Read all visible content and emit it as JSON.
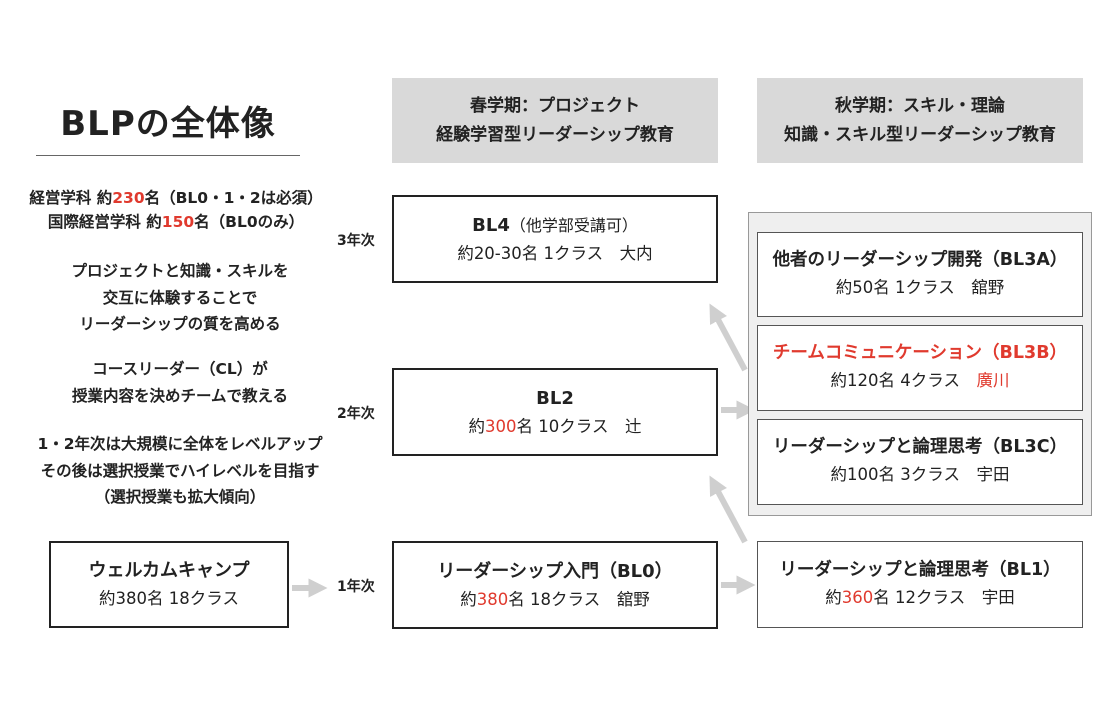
{
  "title": "BLPの全体像",
  "stats": {
    "line1_prefix": "経営学科 約",
    "line1_value": "230",
    "line1_suffix": "名（BL0・1・2は必須）",
    "line2_prefix": "国際経営学科 約",
    "line2_value": "150",
    "line2_suffix": "名（BL0のみ）"
  },
  "descriptions": [
    [
      "プロジェクトと知識・スキルを",
      "交互に体験することで",
      "リーダーシップの質を高める"
    ],
    [
      "コースリーダー（CL）が",
      "授業内容を決めチームで教える"
    ],
    [
      "1・2年次は大規模に全体をレベルアップ",
      "その後は選択授業でハイレベルを目指す",
      "（選択授業も拡大傾向）"
    ]
  ],
  "spring_header": [
    "春学期：プロジェクト",
    "経験学習型リーダーシップ教育"
  ],
  "autumn_header": [
    "秋学期：スキル・理論",
    "知識・スキル型リーダーシップ教育"
  ],
  "year_labels": {
    "y3": "3年次",
    "y2": "2年次",
    "y1": "1年次"
  },
  "welcome": {
    "name": "ウェルカムキャンプ",
    "info": "約380名 18クラス"
  },
  "bl4": {
    "name": "BL4",
    "note": "（他学部受講可）",
    "info": "約20-30名 1クラス　大内"
  },
  "bl2": {
    "name": "BL2",
    "info_prefix": "約",
    "info_value": "300",
    "info_suffix": "名 10クラス　辻"
  },
  "bl0": {
    "name": "リーダーシップ入門（BL0）",
    "info_prefix": "約",
    "info_value": "380",
    "info_suffix": "名 18クラス　舘野"
  },
  "bl3a": {
    "name": "他者のリーダーシップ開発（BL3A）",
    "info": "約50名 1クラス　舘野"
  },
  "bl3b": {
    "name": "チームコミュニケーション（BL3B）",
    "info_prefix": "約120名 4クラス　",
    "info_teacher": "廣川"
  },
  "bl3c": {
    "name": "リーダーシップと論理思考（BL3C）",
    "info": "約100名 3クラス　宇田"
  },
  "bl1": {
    "name": "リーダーシップと論理思考（BL1）",
    "info_prefix": "約",
    "info_value": "360",
    "info_suffix": "名 12クラス　宇田"
  },
  "colors": {
    "accent_red": "#e03a2e",
    "header_gray": "#d9d9d9",
    "arrow_gray": "#cfcfcf",
    "panel_gray": "#efefef"
  }
}
